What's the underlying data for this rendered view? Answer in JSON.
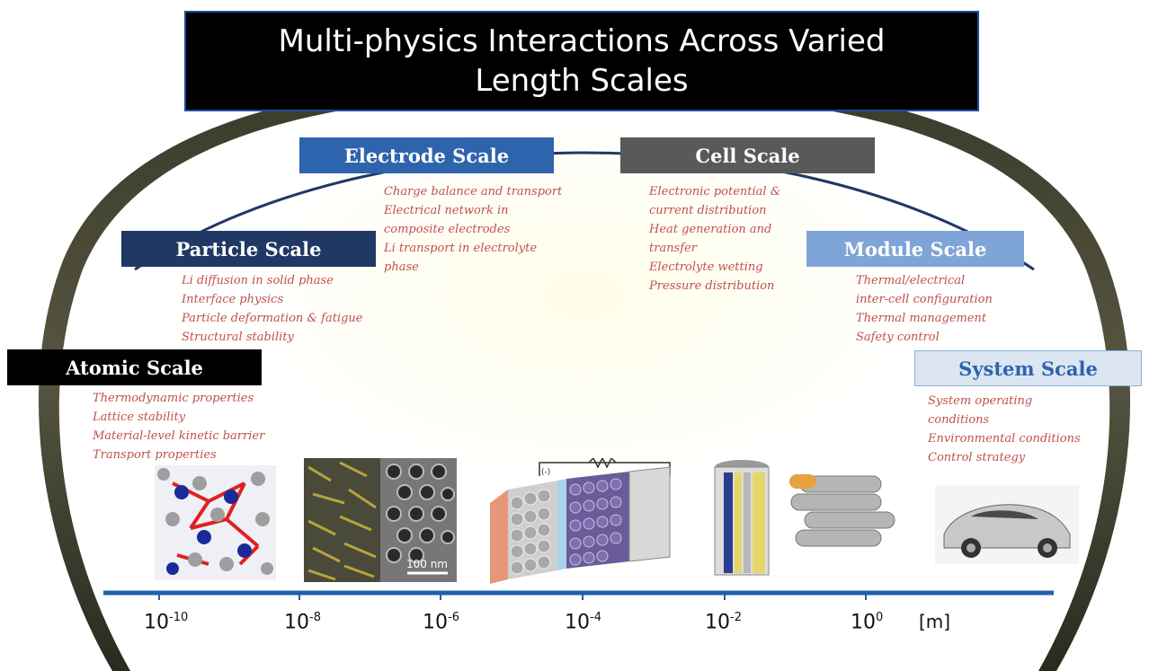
{
  "title": {
    "line1": "Multi-physics Interactions Across Varied",
    "line2": "Length Scales"
  },
  "scales": [
    {
      "key": "atomic",
      "label": "Atomic Scale",
      "color": "#000000",
      "text_color": "#ffffff",
      "items": [
        "Thermodynamic properties",
        "Lattice stability",
        "Material-level kinetic barrier",
        "Transport properties"
      ]
    },
    {
      "key": "particle",
      "label": "Particle Scale",
      "color": "#1f3864",
      "text_color": "#ffffff",
      "items": [
        "Li diffusion in solid phase",
        "Interface physics",
        "Particle deformation & fatigue",
        "Structural stability"
      ]
    },
    {
      "key": "electrode",
      "label": "Electrode Scale",
      "color": "#2e63ad",
      "text_color": "#ffffff",
      "items": [
        "Charge balance and transport",
        "Electrical network in",
        "composite electrodes",
        "Li transport in electrolyte",
        "phase"
      ]
    },
    {
      "key": "cell",
      "label": "Cell Scale",
      "color": "#595959",
      "text_color": "#ffffff",
      "items": [
        "Electronic potential &",
        "current distribution",
        "Heat generation and",
        "transfer",
        "Electrolyte wetting",
        "Pressure distribution"
      ]
    },
    {
      "key": "module",
      "label": "Module Scale",
      "color": "#7fa4d8",
      "text_color": "#ffffff",
      "items": [
        "Thermal/electrical",
        "inter-cell configuration",
        "Thermal management",
        "Safety control"
      ]
    },
    {
      "key": "system",
      "label": "System Scale",
      "color": "#dce6f2",
      "text_color": "#2e63ad",
      "items": [
        "System operating",
        "conditions",
        "Environmental conditions",
        "Control strategy"
      ]
    }
  ],
  "axis": {
    "ticks": [
      {
        "base": "10",
        "exp": "-10"
      },
      {
        "base": "10",
        "exp": "-8"
      },
      {
        "base": "10",
        "exp": "-6"
      },
      {
        "base": "10",
        "exp": "-4"
      },
      {
        "base": "10",
        "exp": "-2"
      },
      {
        "base": "10",
        "exp": "0"
      }
    ],
    "unit": "[m]",
    "color": "#1f5fa8"
  },
  "images": {
    "scale_bar_label": "100 nm",
    "circuit_minus": "(-)",
    "circuit_plus": "(+)"
  }
}
